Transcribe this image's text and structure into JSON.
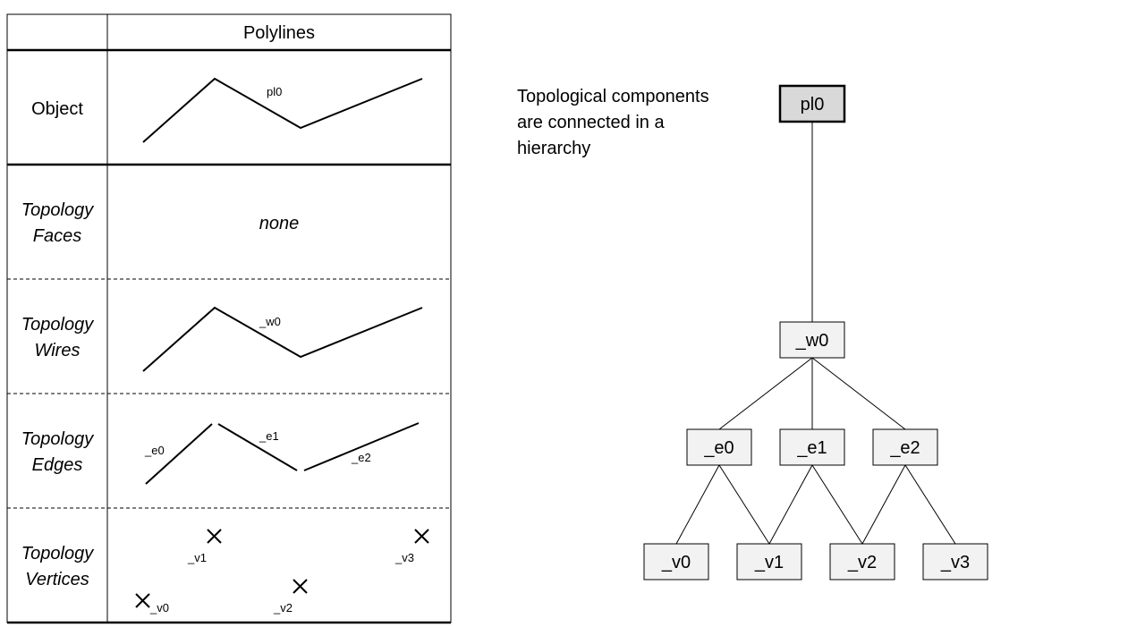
{
  "table": {
    "column_header": "Polylines",
    "rows": [
      {
        "label_lines": [
          "Object"
        ],
        "italic": false,
        "kind": "polyline",
        "annotations": [
          "pl0"
        ]
      },
      {
        "label_lines": [
          "Topology",
          "Faces"
        ],
        "italic": true,
        "kind": "text",
        "content": "none"
      },
      {
        "label_lines": [
          "Topology",
          "Wires"
        ],
        "italic": true,
        "kind": "polyline",
        "annotations": [
          "_w0"
        ]
      },
      {
        "label_lines": [
          "Topology",
          "Edges"
        ],
        "italic": true,
        "kind": "edges",
        "annotations": [
          "_e0",
          "_e1",
          "_e2"
        ]
      },
      {
        "label_lines": [
          "Topology",
          "Vertices"
        ],
        "italic": true,
        "kind": "vertices",
        "annotations": [
          "_v0",
          "_v1",
          "_v2",
          "_v3"
        ]
      }
    ]
  },
  "note": {
    "lines": [
      "Topological components",
      "are connected in a",
      "hierarchy"
    ]
  },
  "tree": {
    "root": "pl0",
    "wire": "_w0",
    "edges": [
      "_e0",
      "_e1",
      "_e2"
    ],
    "vertices": [
      "_v0",
      "_v1",
      "_v2",
      "_v3"
    ],
    "links": [
      [
        "pl0",
        "_w0"
      ],
      [
        "_w0",
        "_e0"
      ],
      [
        "_w0",
        "_e1"
      ],
      [
        "_w0",
        "_e2"
      ],
      [
        "_e0",
        "_v0"
      ],
      [
        "_e0",
        "_v1"
      ],
      [
        "_e1",
        "_v1"
      ],
      [
        "_e1",
        "_v2"
      ],
      [
        "_e2",
        "_v2"
      ],
      [
        "_e2",
        "_v3"
      ]
    ]
  },
  "colors": {
    "root_fill": "#d9d9d9",
    "node_fill": "#f2f2f2",
    "line": "#000000"
  }
}
